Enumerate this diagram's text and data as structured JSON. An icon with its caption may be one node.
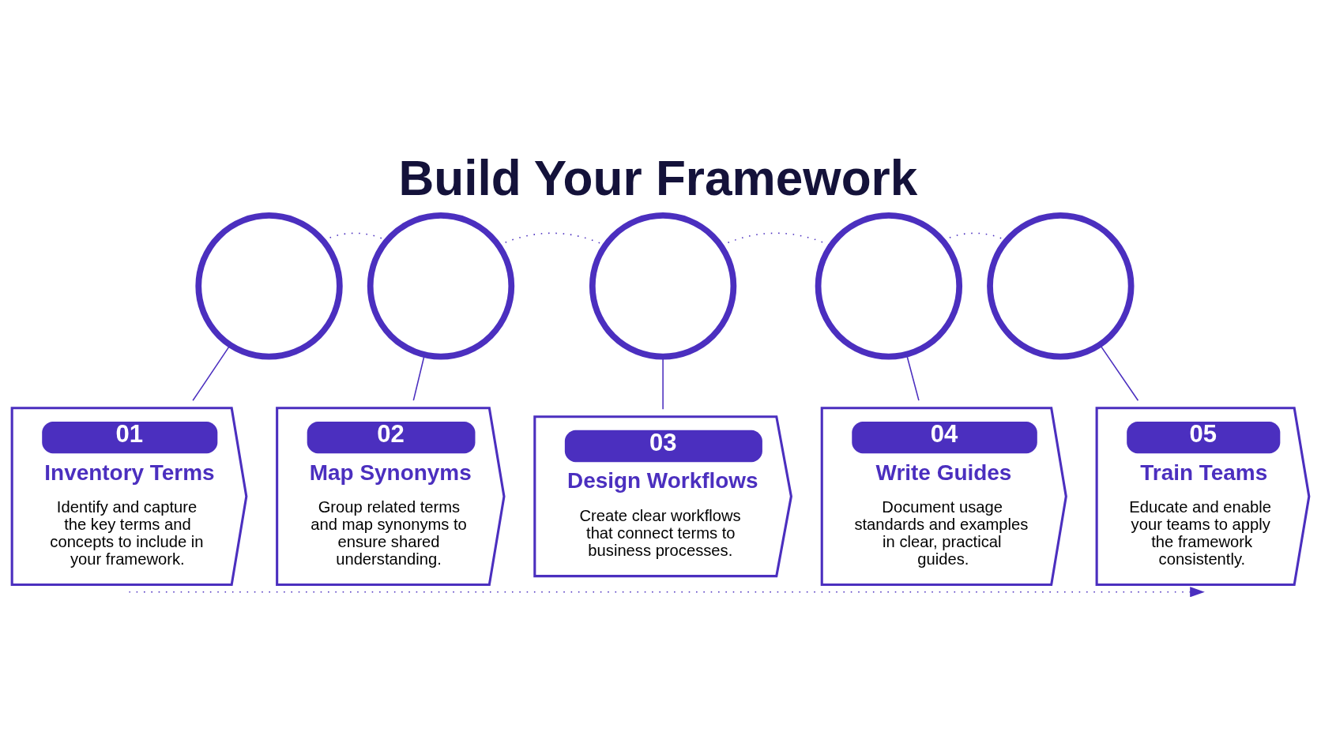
{
  "diagram": {
    "title": "Build Your Framework",
    "nodes": [
      {
        "text": [],
        "shape": "circle"
      },
      {
        "text": [],
        "shape": "circle"
      },
      {
        "text": [],
        "shape": "circle"
      },
      {
        "text": [],
        "shape": "circle"
      },
      {
        "text": [],
        "shape": "circle"
      },
      {
        "text": [
          "01",
          "Inventory Terms",
          "Identify and capture the key terms and concepts to include in your framework."
        ]
      },
      {
        "text": [
          "02",
          "Map Synonyms",
          "Group related terms and map synonyms to ensure shared understanding."
        ]
      },
      {
        "text": [
          "03",
          "Design Workflows",
          "Create clear workflows that connect terms to business processes."
        ]
      },
      {
        "text": [
          "04",
          "Write Guides",
          "Document usage standards and examples in clear, practical guides."
        ]
      },
      {
        "text": [
          "05",
          "Train Teams",
          "Educate and enable your teams to apply the framework consistently."
        ]
      }
    ],
    "edges": [
      {
        "from": 0,
        "to": 1,
        "arrow": "none",
        "style": "dashed"
      },
      {
        "from": 1,
        "to": 2,
        "arrow": "none",
        "style": "dashed"
      },
      {
        "from": 2,
        "to": 3,
        "arrow": "none",
        "style": "dashed"
      },
      {
        "from": 3,
        "to": 4,
        "arrow": "none",
        "style": "dashed"
      },
      {
        "from": 0,
        "to": 5,
        "arrow": "none"
      },
      {
        "from": 1,
        "to": 6,
        "arrow": "none"
      },
      {
        "from": 2,
        "to": 7,
        "arrow": "none"
      },
      {
        "from": 3,
        "to": 8,
        "arrow": "none"
      },
      {
        "from": 4,
        "to": 9,
        "arrow": "none"
      },
      {
        "from": 5,
        "to": 9,
        "arrow": "to",
        "style": "dashed"
      }
    ]
  }
}
